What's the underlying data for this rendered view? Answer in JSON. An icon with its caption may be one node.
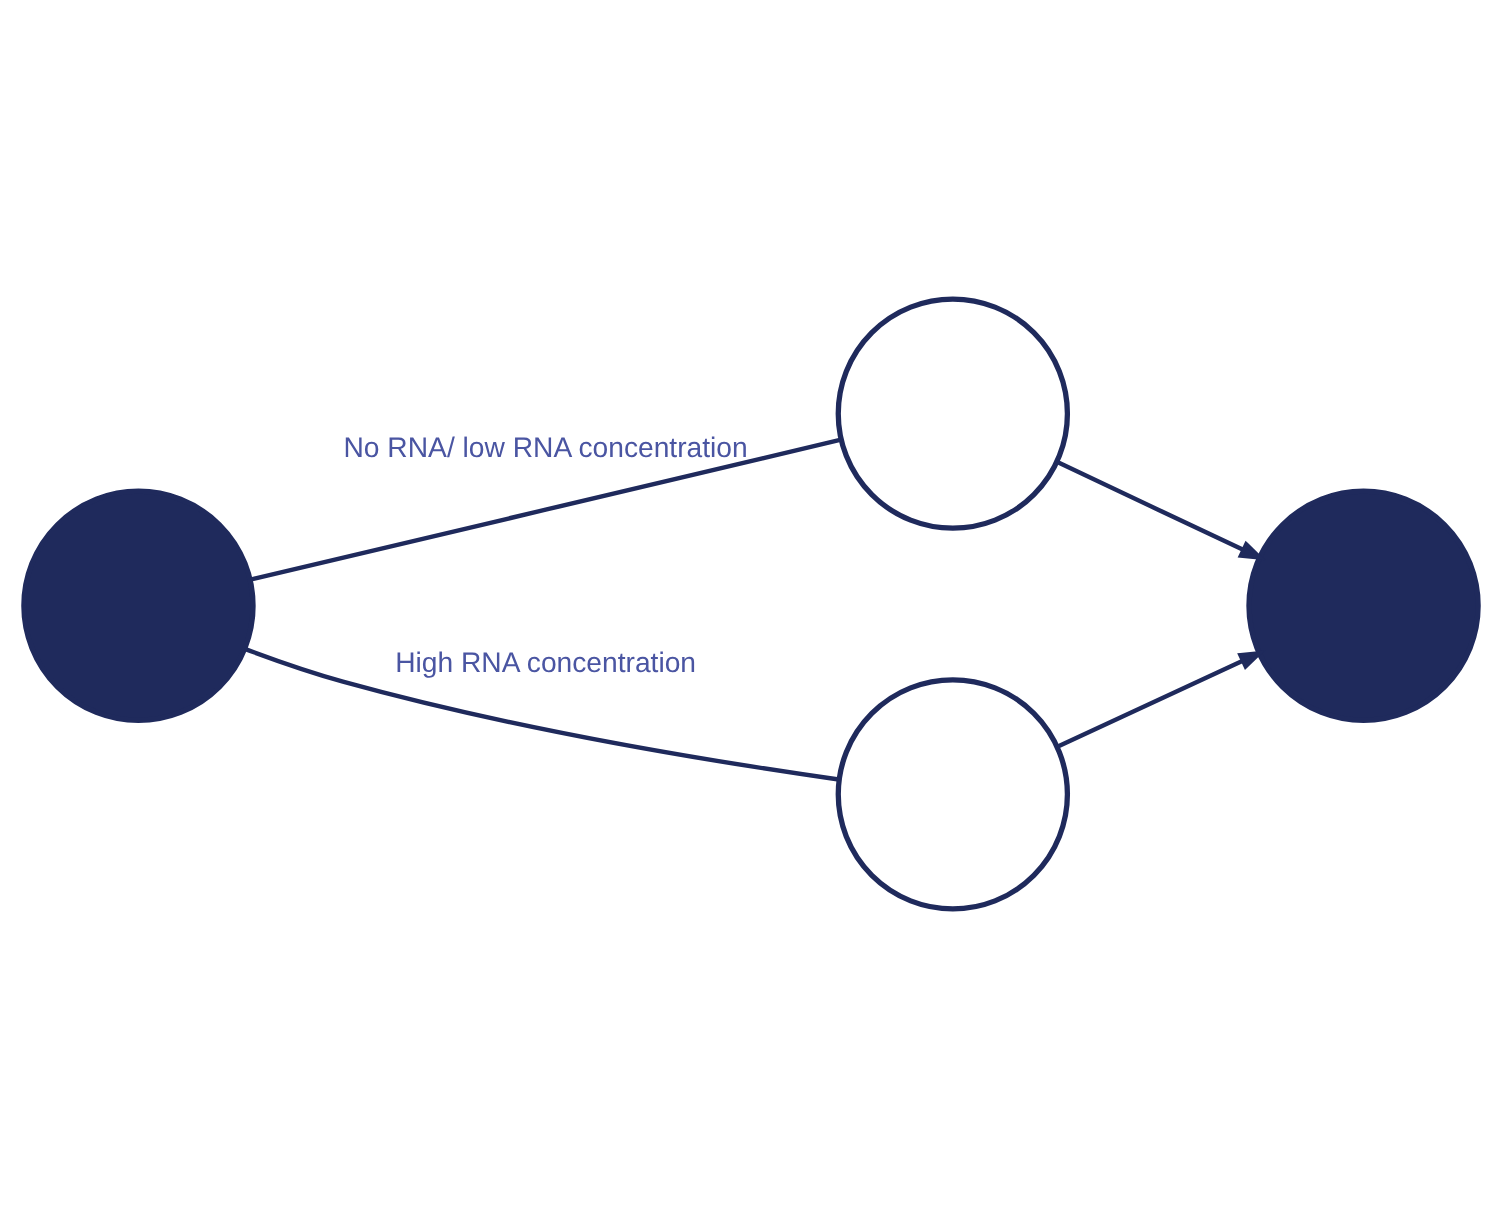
{
  "diagram": {
    "nodes": [
      {
        "text": [],
        "shape": "circle"
      },
      {
        "text": [],
        "shape": "circle"
      },
      {
        "text": [],
        "shape": "circle"
      },
      {
        "text": [],
        "shape": "circle"
      }
    ],
    "edges": [
      {
        "from": 0,
        "to": 1,
        "arrow": "none",
        "label": "No RNA/ low RNA concentration"
      },
      {
        "from": 1,
        "to": 3,
        "arrow": "to"
      },
      {
        "from": 0,
        "to": 2,
        "arrow": "none",
        "label": "High RNA concentration"
      },
      {
        "from": 2,
        "to": 3,
        "arrow": "to"
      }
    ]
  }
}
